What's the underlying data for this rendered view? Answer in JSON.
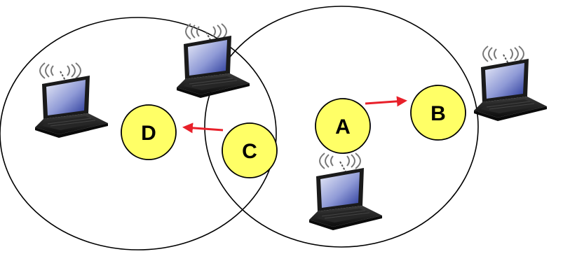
{
  "nodes": {
    "a": {
      "label": "A"
    },
    "b": {
      "label": "B"
    },
    "c": {
      "label": "C"
    },
    "d": {
      "label": "D"
    }
  },
  "colors": {
    "background": "#ffffff",
    "range_outline": "#000000",
    "node_fill": "#ffff66",
    "node_stroke": "#000000",
    "arrow": "#e8202a",
    "laptop_body": "#1a1a1a",
    "laptop_screen_light": "#e8ebf8",
    "laptop_screen_dark": "#2a3a9a",
    "signal_waves": "#777777"
  },
  "icons": {
    "laptop": "laptop-icon",
    "antenna": "wireless-signal-icon"
  }
}
